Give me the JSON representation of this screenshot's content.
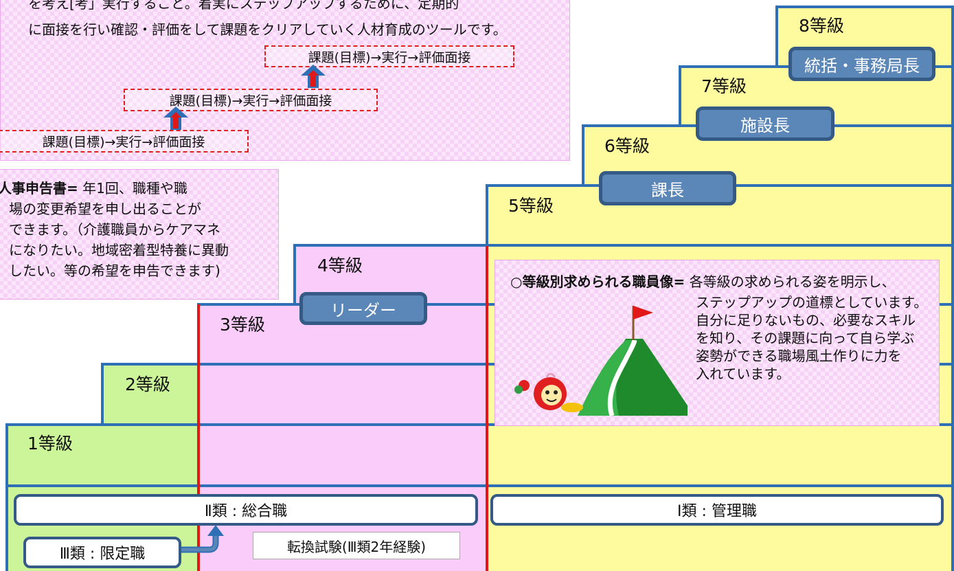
{
  "intro": {
    "line1": "を考え[考」実行すること。着実にステップアップするために、定期的",
    "line2": "に面接を行い確認・評価をして課題をクリアしていく人材育成のツールです。"
  },
  "cycle_boxes": [
    "課題(目標)→実行→評価面接",
    "課題(目標)→実行→評価面接",
    "課題(目標)→実行→評価面接"
  ],
  "self_report": {
    "heading": "人事申告書=",
    "lines": [
      " 年1回、職種や職",
      "場の変更希望を申し出ることが",
      "できます。（介護職員からケアマネ",
      "になりたい。地域密着型特養に異動",
      "したい。等の希望を申告できます)"
    ]
  },
  "grades": {
    "g1": "1等級",
    "g2": "2等級",
    "g3": "3等級",
    "g4": "4等級",
    "g5": "5等級",
    "g6": "6等級",
    "g7": "7等級",
    "g8": "8等級"
  },
  "roles": {
    "leader": "リーダー",
    "section_chief": "課長",
    "facility_director": "施設長",
    "general_director": "統括・事務局長"
  },
  "staff_image": {
    "heading": "○等級別求められる職員像=",
    "lines": [
      " 各等級の求められる姿を明示し、",
      "ステップアップの道標としています。",
      "自分に足りないもの、必要なスキル",
      "を知り、その課題に向って自ら学ぶ",
      "姿勢ができる職場風土作りに力を",
      "入れています。"
    ]
  },
  "classes": {
    "class2": "Ⅱ類 : 総合職",
    "class1": "Ⅰ類 : 管理職",
    "class3": "Ⅲ類 : 限定職",
    "conversion_exam": "転換試験(Ⅲ類2年経験)"
  },
  "colors": {
    "green": "#ccf59a",
    "pink": "#f9ccf9",
    "yellow": "#fdfb9e",
    "blue_line": "#2f6fb5",
    "red_line": "#e01818",
    "role_box": "#5b86b8"
  }
}
